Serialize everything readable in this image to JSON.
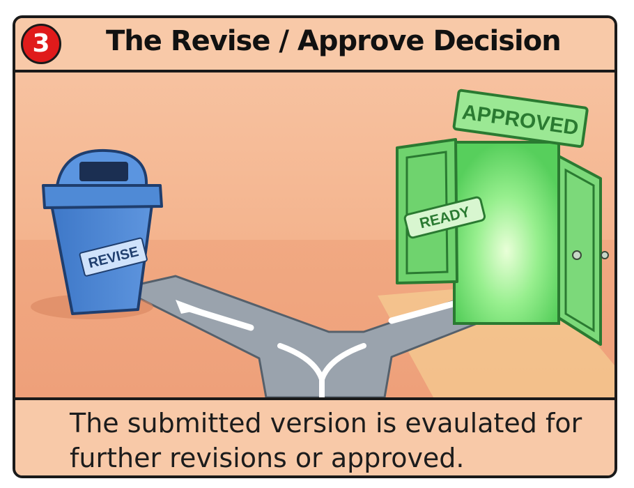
{
  "panel": {
    "step_number": "3",
    "title": "The Revise / Approve Decision",
    "caption": "The submitted version is evaulated for further revisions or approved.",
    "accent_color": "#e01b1b"
  },
  "scene": {
    "bin_label": "REVISE",
    "door_sign": "APPROVED",
    "door_stamp": "READY",
    "icons": [
      "recycling-bin-icon",
      "open-door-icon",
      "fork-road-icon"
    ]
  }
}
